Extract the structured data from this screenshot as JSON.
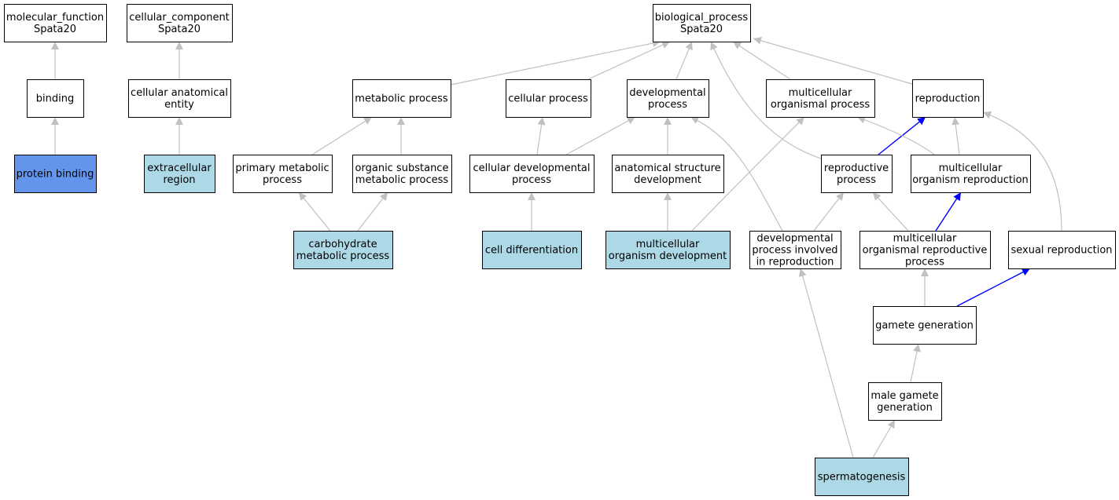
{
  "colors": {
    "edge_default": "#c0c0c0",
    "edge_highlight": "#0000ff",
    "node_plain": "#ffffff",
    "node_annotated": "#add8e6",
    "node_selected": "#6495ed",
    "node_border": "#000000"
  },
  "nodes": [
    {
      "id": "mf_root",
      "lines": [
        "molecular_function",
        "Spata20"
      ],
      "fill": "plain"
    },
    {
      "id": "cc_root",
      "lines": [
        "cellular_component",
        "Spata20"
      ],
      "fill": "plain"
    },
    {
      "id": "bp_root",
      "lines": [
        "biological_process",
        "Spata20"
      ],
      "fill": "plain"
    },
    {
      "id": "binding",
      "lines": [
        "binding"
      ],
      "fill": "plain"
    },
    {
      "id": "cell_anat",
      "lines": [
        "cellular anatomical",
        "entity"
      ],
      "fill": "plain"
    },
    {
      "id": "metabolic",
      "lines": [
        "metabolic process"
      ],
      "fill": "plain"
    },
    {
      "id": "cellular_proc",
      "lines": [
        "cellular process"
      ],
      "fill": "plain"
    },
    {
      "id": "developmental",
      "lines": [
        "developmental",
        "process"
      ],
      "fill": "plain"
    },
    {
      "id": "multi_org",
      "lines": [
        "multicellular",
        "organismal process"
      ],
      "fill": "plain"
    },
    {
      "id": "reproduction",
      "lines": [
        "reproduction"
      ],
      "fill": "plain"
    },
    {
      "id": "protein_binding",
      "lines": [
        "protein binding"
      ],
      "fill": "selected"
    },
    {
      "id": "extracellular",
      "lines": [
        "extracellular",
        "region"
      ],
      "fill": "annotated"
    },
    {
      "id": "primary_met",
      "lines": [
        "primary metabolic",
        "process"
      ],
      "fill": "plain"
    },
    {
      "id": "organic_sub",
      "lines": [
        "organic substance",
        "metabolic process"
      ],
      "fill": "plain"
    },
    {
      "id": "cell_dev",
      "lines": [
        "cellular developmental",
        "process"
      ],
      "fill": "plain"
    },
    {
      "id": "anat_dev",
      "lines": [
        "anatomical structure",
        "development"
      ],
      "fill": "plain"
    },
    {
      "id": "repro_proc",
      "lines": [
        "reproductive",
        "process"
      ],
      "fill": "plain"
    },
    {
      "id": "multi_org_repro",
      "lines": [
        "multicellular",
        "organism reproduction"
      ],
      "fill": "plain"
    },
    {
      "id": "carb_met",
      "lines": [
        "carbohydrate",
        "metabolic process"
      ],
      "fill": "annotated"
    },
    {
      "id": "cell_diff",
      "lines": [
        "cell differentiation"
      ],
      "fill": "annotated"
    },
    {
      "id": "multi_dev",
      "lines": [
        "multicellular",
        "organism development"
      ],
      "fill": "annotated"
    },
    {
      "id": "dev_in_repro",
      "lines": [
        "developmental",
        "process involved",
        "in reproduction"
      ],
      "fill": "plain"
    },
    {
      "id": "multi_repro_proc",
      "lines": [
        "multicellular",
        "organismal reproductive",
        "process"
      ],
      "fill": "plain"
    },
    {
      "id": "sexual_repro",
      "lines": [
        "sexual reproduction"
      ],
      "fill": "plain"
    },
    {
      "id": "gamete_gen",
      "lines": [
        "gamete generation"
      ],
      "fill": "plain"
    },
    {
      "id": "male_gamete",
      "lines": [
        "male gamete",
        "generation"
      ],
      "fill": "plain"
    },
    {
      "id": "spermatogenesis",
      "lines": [
        "spermatogenesis"
      ],
      "fill": "annotated"
    }
  ],
  "edges": [
    {
      "from": "binding",
      "to": "mf_root",
      "style": "default"
    },
    {
      "from": "protein_binding",
      "to": "binding",
      "style": "default"
    },
    {
      "from": "cell_anat",
      "to": "cc_root",
      "style": "default"
    },
    {
      "from": "extracellular",
      "to": "cell_anat",
      "style": "default"
    },
    {
      "from": "metabolic",
      "to": "bp_root",
      "style": "default"
    },
    {
      "from": "cellular_proc",
      "to": "bp_root",
      "style": "default"
    },
    {
      "from": "developmental",
      "to": "bp_root",
      "style": "default"
    },
    {
      "from": "multi_org",
      "to": "bp_root",
      "style": "default"
    },
    {
      "from": "reproduction",
      "to": "bp_root",
      "style": "default"
    },
    {
      "from": "repro_proc",
      "to": "bp_root",
      "style": "default"
    },
    {
      "from": "primary_met",
      "to": "metabolic",
      "style": "default"
    },
    {
      "from": "organic_sub",
      "to": "metabolic",
      "style": "default"
    },
    {
      "from": "carb_met",
      "to": "primary_met",
      "style": "default"
    },
    {
      "from": "carb_met",
      "to": "organic_sub",
      "style": "default"
    },
    {
      "from": "cell_dev",
      "to": "cellular_proc",
      "style": "default"
    },
    {
      "from": "cell_dev",
      "to": "developmental",
      "style": "default"
    },
    {
      "from": "anat_dev",
      "to": "developmental",
      "style": "default"
    },
    {
      "from": "cell_diff",
      "to": "cell_dev",
      "style": "default"
    },
    {
      "from": "multi_dev",
      "to": "anat_dev",
      "style": "default"
    },
    {
      "from": "multi_dev",
      "to": "multi_org",
      "style": "default"
    },
    {
      "from": "dev_in_repro",
      "to": "developmental",
      "style": "default"
    },
    {
      "from": "dev_in_repro",
      "to": "repro_proc",
      "style": "default"
    },
    {
      "from": "repro_proc",
      "to": "reproduction",
      "style": "highlight"
    },
    {
      "from": "multi_org_repro",
      "to": "multi_org",
      "style": "default"
    },
    {
      "from": "multi_org_repro",
      "to": "reproduction",
      "style": "default"
    },
    {
      "from": "sexual_repro",
      "to": "reproduction",
      "style": "default"
    },
    {
      "from": "multi_repro_proc",
      "to": "repro_proc",
      "style": "default"
    },
    {
      "from": "multi_repro_proc",
      "to": "multi_org_repro",
      "style": "highlight"
    },
    {
      "from": "gamete_gen",
      "to": "multi_repro_proc",
      "style": "default"
    },
    {
      "from": "gamete_gen",
      "to": "sexual_repro",
      "style": "highlight"
    },
    {
      "from": "male_gamete",
      "to": "gamete_gen",
      "style": "default"
    },
    {
      "from": "spermatogenesis",
      "to": "male_gamete",
      "style": "default"
    },
    {
      "from": "spermatogenesis",
      "to": "dev_in_repro",
      "style": "default"
    }
  ]
}
